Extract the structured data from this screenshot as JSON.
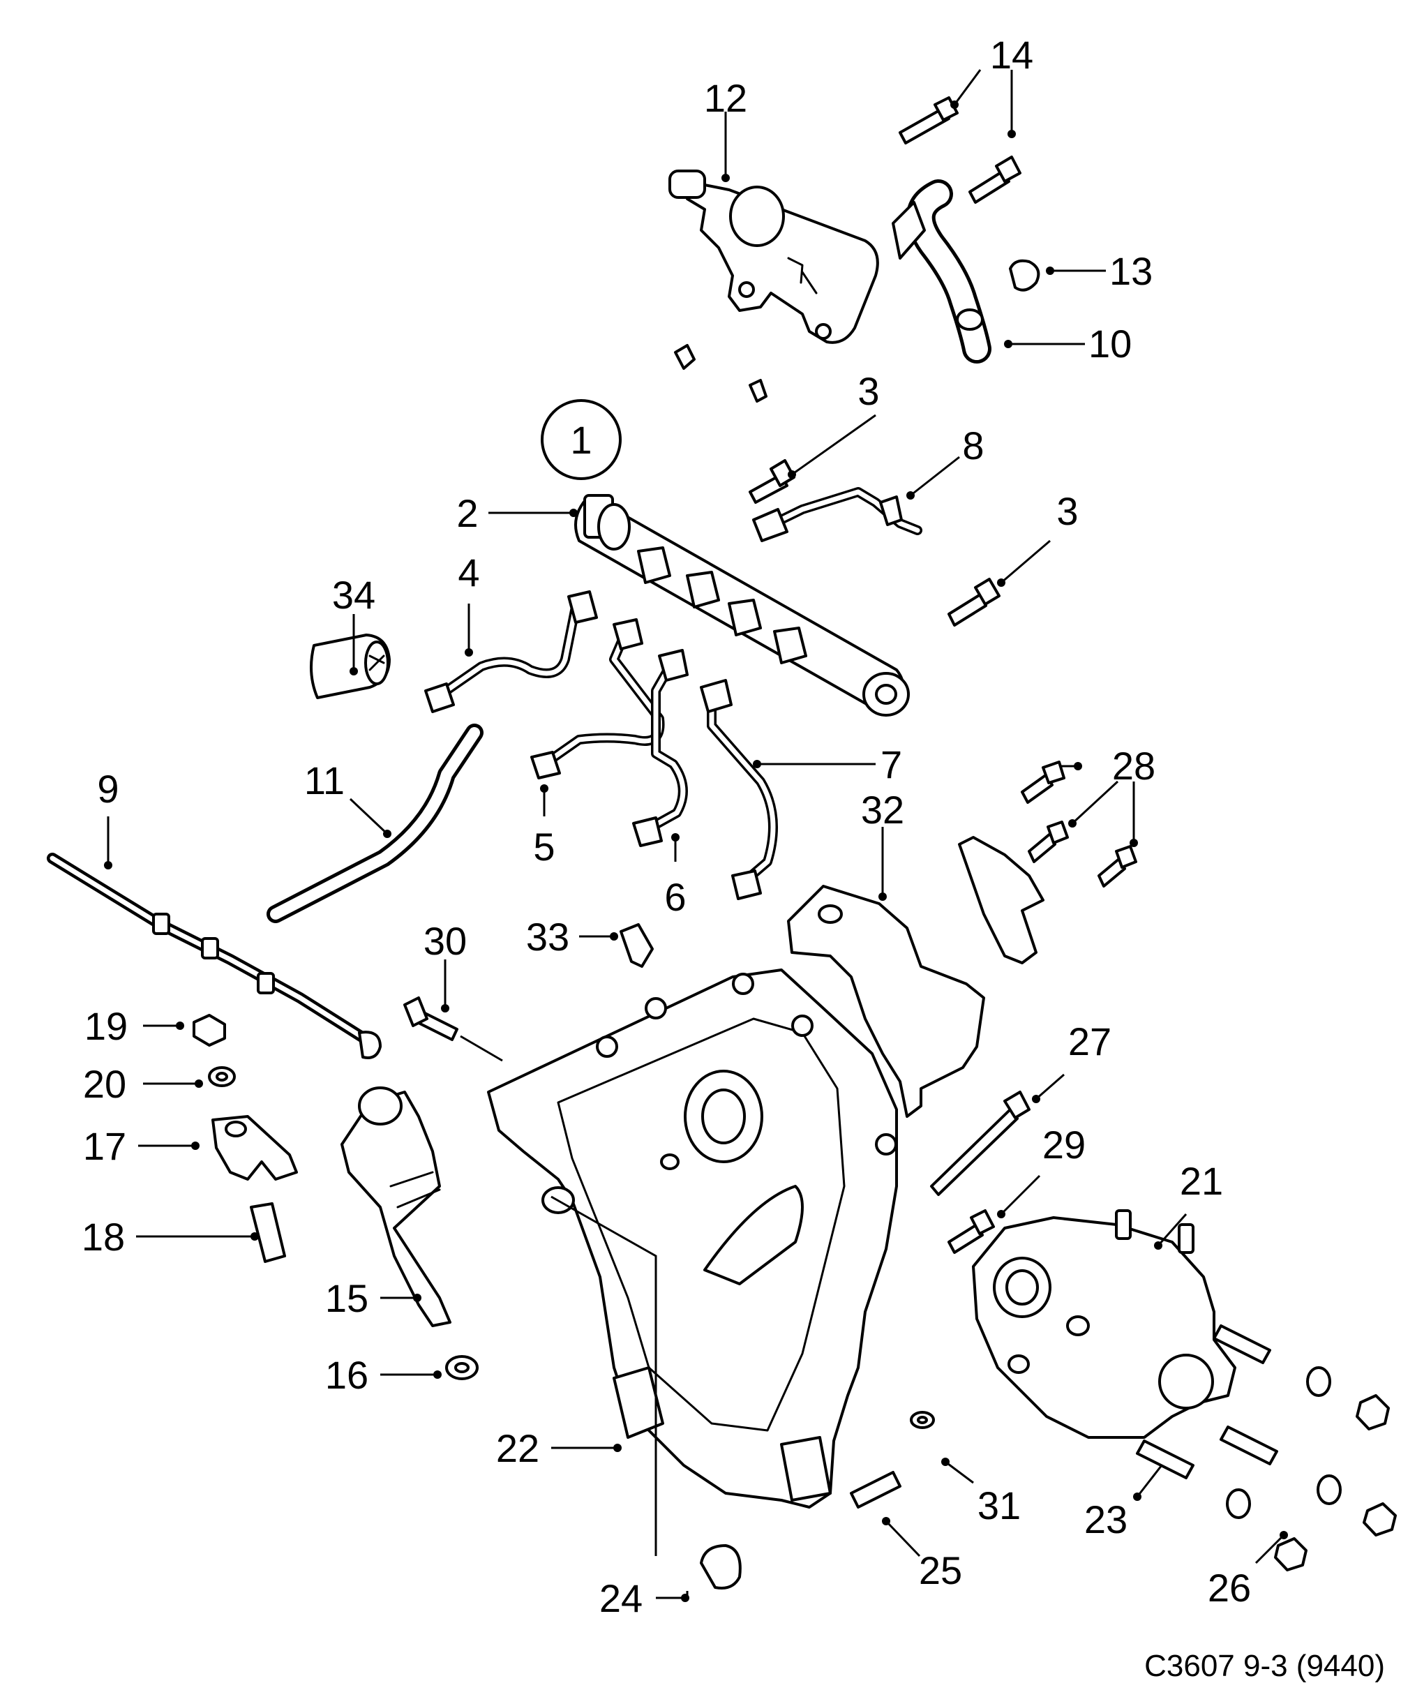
{
  "group_label": "1",
  "reference_code": "C3607 9-3 (9440)",
  "callouts": [
    {
      "id": "2",
      "text": "2"
    },
    {
      "id": "3a",
      "text": "3"
    },
    {
      "id": "3b",
      "text": "3"
    },
    {
      "id": "4",
      "text": "4"
    },
    {
      "id": "5",
      "text": "5"
    },
    {
      "id": "6",
      "text": "6"
    },
    {
      "id": "7",
      "text": "7"
    },
    {
      "id": "8",
      "text": "8"
    },
    {
      "id": "9",
      "text": "9"
    },
    {
      "id": "10",
      "text": "10"
    },
    {
      "id": "11",
      "text": "11"
    },
    {
      "id": "12",
      "text": "12"
    },
    {
      "id": "13",
      "text": "13"
    },
    {
      "id": "14",
      "text": "14"
    },
    {
      "id": "15",
      "text": "15"
    },
    {
      "id": "16",
      "text": "16"
    },
    {
      "id": "17",
      "text": "17"
    },
    {
      "id": "18",
      "text": "18"
    },
    {
      "id": "19",
      "text": "19"
    },
    {
      "id": "20",
      "text": "20"
    },
    {
      "id": "21",
      "text": "21"
    },
    {
      "id": "22",
      "text": "22"
    },
    {
      "id": "23",
      "text": "23"
    },
    {
      "id": "24",
      "text": "24"
    },
    {
      "id": "25",
      "text": "25"
    },
    {
      "id": "26",
      "text": "26"
    },
    {
      "id": "27",
      "text": "27"
    },
    {
      "id": "28",
      "text": "28"
    },
    {
      "id": "29",
      "text": "29"
    },
    {
      "id": "30",
      "text": "30"
    },
    {
      "id": "31",
      "text": "31"
    },
    {
      "id": "32",
      "text": "32"
    },
    {
      "id": "33",
      "text": "33"
    },
    {
      "id": "34",
      "text": "34"
    }
  ]
}
